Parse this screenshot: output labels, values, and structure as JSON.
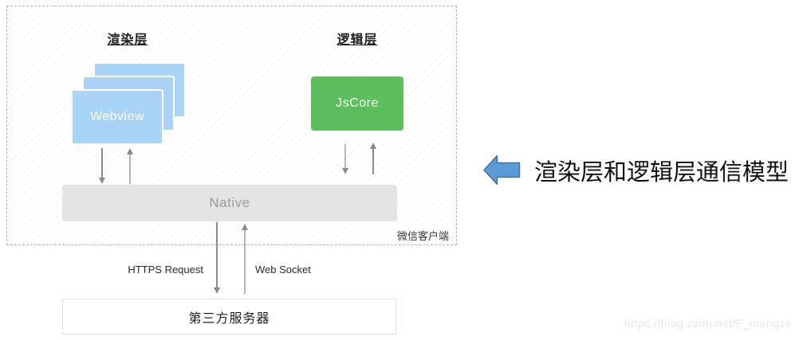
{
  "colors": {
    "webview_blue": "#a9d3f7",
    "jscore_green": "#5cbe5c",
    "native_gray": "#e4e4e4",
    "native_text": "#9a9a9a",
    "arrow_gray": "#8a8a8a",
    "annotation_arrow_fill": "#5b9bd5",
    "annotation_arrow_border": "#41719c",
    "dashed_border": "#b3b3b3"
  },
  "diagram": {
    "render_layer_label": "渲染层",
    "logic_layer_label": "逻辑层",
    "webview_label": "Webview",
    "jscore_label": "JsCore",
    "native_label": "Native",
    "wechat_client_label": "微信客户端",
    "https_request_label": "HTTPS Request",
    "web_socket_label": "Web Socket",
    "server_label": "第三方服务器"
  },
  "annotation": {
    "text": "渲染层和逻辑层通信模型"
  },
  "watermark": "https://blog.csdn.net/F_mengze"
}
